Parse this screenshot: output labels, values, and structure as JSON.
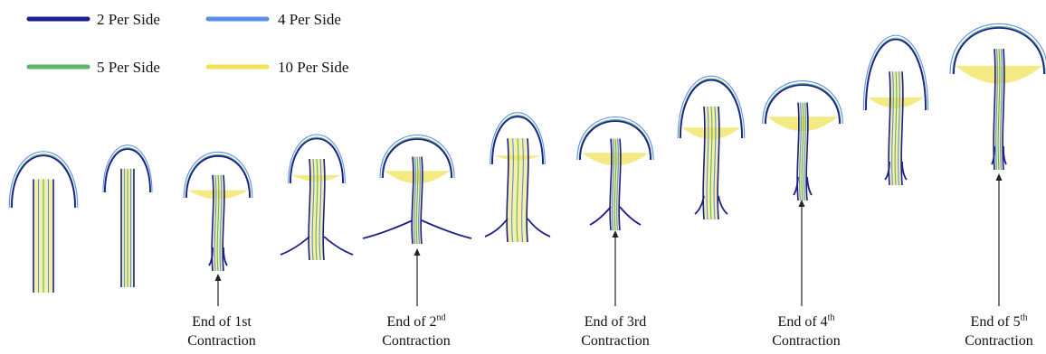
{
  "legend": [
    {
      "label": "2 Per Side",
      "color": "#1a1f8c"
    },
    {
      "label": "4 Per Side",
      "color": "#5b8ee8"
    },
    {
      "label": "5 Per Side",
      "color": "#5bb56a"
    },
    {
      "label": "10 Per Side",
      "color": "#f0e35a"
    }
  ],
  "captions": [
    {
      "base": "End of 1st",
      "sup": "",
      "line2": "Contraction"
    },
    {
      "base": "End of 2",
      "sup": "nd",
      "line2": "Contraction"
    },
    {
      "base": "End of 3rd",
      "sup": "",
      "line2": "Contraction"
    },
    {
      "base": "End of 4",
      "sup": "th",
      "line2": "Contraction"
    },
    {
      "base": "End of 5",
      "sup": "th",
      "line2": "Contraction"
    }
  ],
  "snapshot_count": 11
}
